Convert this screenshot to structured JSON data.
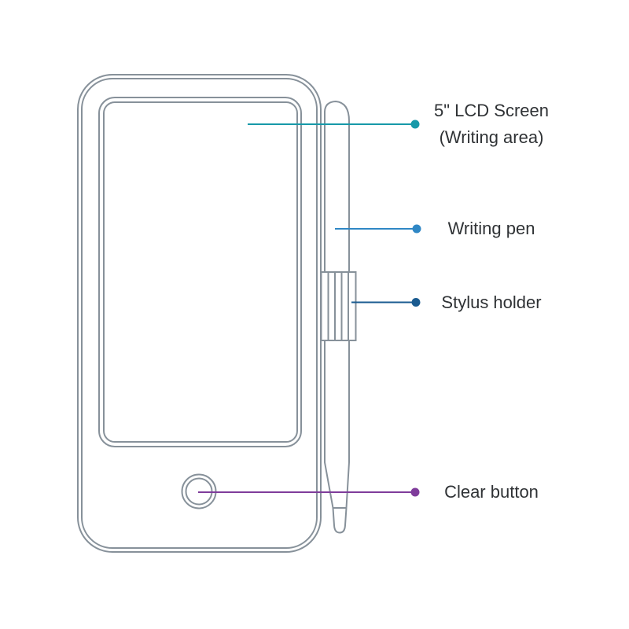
{
  "title": "LCD writing tablet parts diagram",
  "colors": {
    "background": "#ffffff",
    "outline": "#87919a",
    "text": "#2f3235"
  },
  "labels": {
    "lcd_screen": {
      "line1": "5\" LCD Screen",
      "line2": "(Writing area)",
      "color": "#1799a9"
    },
    "writing_pen": {
      "text": "Writing pen",
      "color": "#2f87c5"
    },
    "stylus_holder": {
      "text": "Stylus holder",
      "color": "#1a5b90"
    },
    "clear_button": {
      "text": "Clear button",
      "color": "#7f3c9b"
    }
  }
}
